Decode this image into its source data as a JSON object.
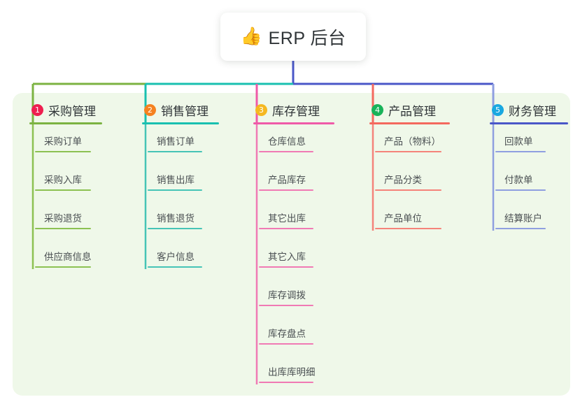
{
  "root": {
    "emoji": "👍",
    "emoji_name": "thumbs-up-icon",
    "title": "ERP 后台"
  },
  "palette": {
    "panel_bg": "#eff8e9",
    "card_bg": "#ffffff",
    "text": "#2f3437",
    "leaf_text": "#4a4f52",
    "branch1": "#7cb342",
    "branch2": "#19c0b0",
    "branch3": "#ef5aa8",
    "branch4": "#f4695e",
    "branch5": "#8f9fe0",
    "bus_green": "#7cb342",
    "bus_teal": "#19c0b0",
    "bus_blue": "#4a57c8",
    "badge1": "#ee1f4f",
    "badge2": "#f58220",
    "badge3": "#f5b820",
    "badge4": "#19b35a",
    "badge5": "#19a8e0",
    "rule5": "#4a57c8"
  },
  "columns": [
    {
      "index": "1",
      "title": "采购管理",
      "badge_color": "#ee1f4f",
      "rule_color": "#7cb342",
      "leaf_color": "#8cc152",
      "items": [
        "采购订单",
        "采购入库",
        "采购退货",
        "供应商信息"
      ]
    },
    {
      "index": "2",
      "title": "销售管理",
      "badge_color": "#f58220",
      "rule_color": "#19c0b0",
      "leaf_color": "#46c4b6",
      "items": [
        "销售订单",
        "销售出库",
        "销售退货",
        "客户信息"
      ]
    },
    {
      "index": "3",
      "title": "库存管理",
      "badge_color": "#f5b820",
      "rule_color": "#ef5aa8",
      "leaf_color": "#f07ab4",
      "items": [
        "仓库信息",
        "产品库存",
        "其它出库",
        "其它入库",
        "库存调拨",
        "库存盘点",
        "出库库明细"
      ]
    },
    {
      "index": "4",
      "title": "产品管理",
      "badge_color": "#19b35a",
      "rule_color": "#f4695e",
      "leaf_color": "#f5837a",
      "items": [
        "产品（物料）",
        "产品分类",
        "产品单位"
      ]
    },
    {
      "index": "5",
      "title": "财务管理",
      "badge_color": "#19a8e0",
      "rule_color": "#4a57c8",
      "leaf_color": "#8f9fe0",
      "items": [
        "回款单",
        "付款单",
        "结算账户"
      ]
    }
  ]
}
